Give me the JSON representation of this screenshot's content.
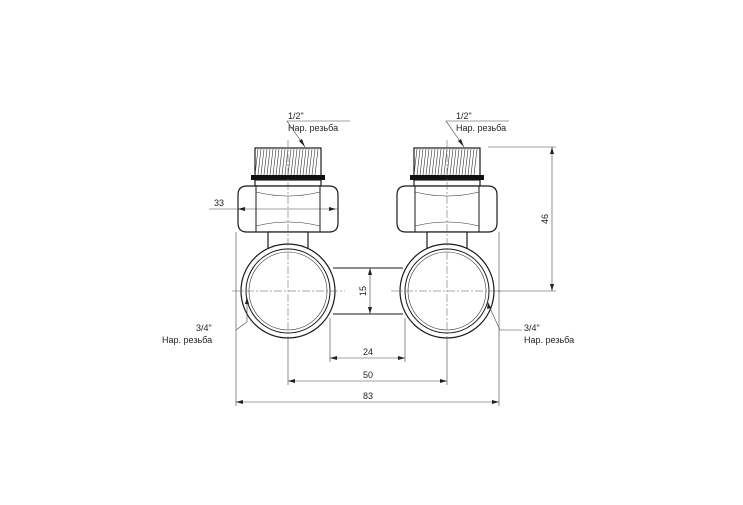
{
  "labels": {
    "top_left_size": "1/2\"",
    "top_left_thread": "Нар. резьба",
    "top_right_size": "1/2\"",
    "top_right_thread": "Нар. резьба",
    "bottom_left_size": "3/4\"",
    "bottom_left_thread": "Нар. резьба",
    "bottom_right_size": "3/4\"",
    "bottom_right_thread": "Нар. резьба"
  },
  "dimensions": {
    "hex_width": "33",
    "height": "46",
    "bridge_height": "15",
    "inner_gap": "24",
    "center_distance": "50",
    "overall_width": "83"
  }
}
